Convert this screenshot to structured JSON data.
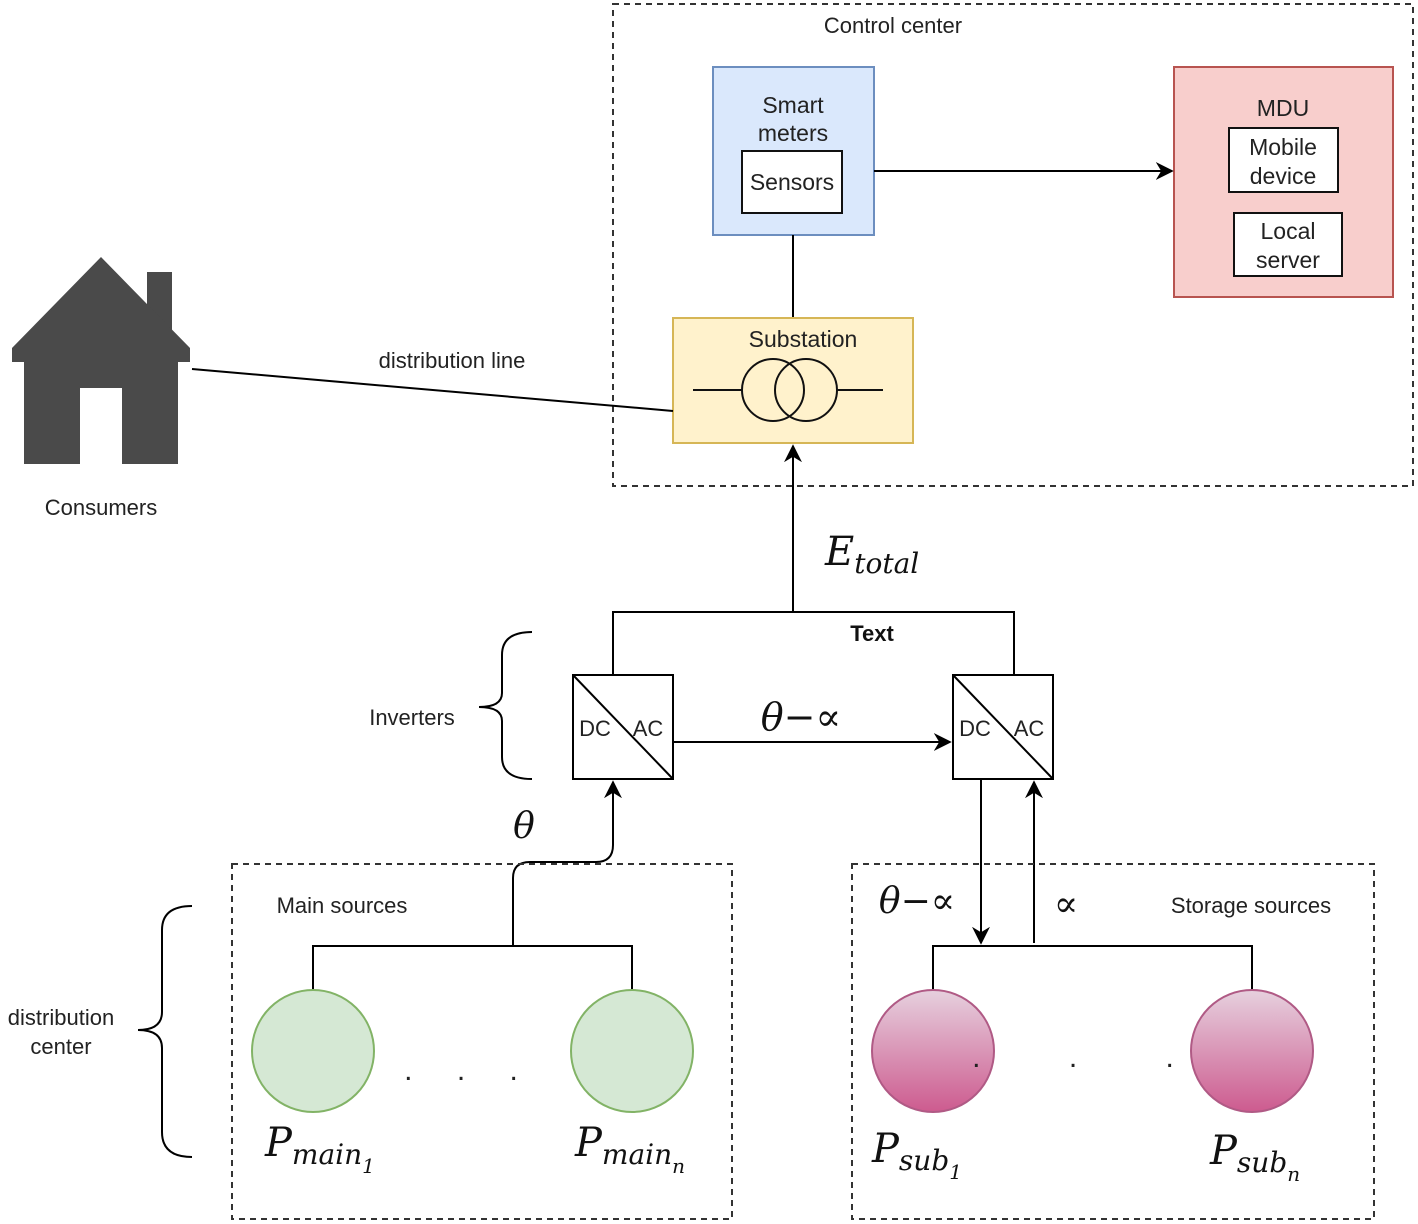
{
  "control_center": {
    "title": "Control center"
  },
  "smart_meters": {
    "title_line1": "Smart",
    "title_line2": "meters",
    "sensors": "Sensors"
  },
  "mdu": {
    "title": "MDU",
    "mobile_line1": "Mobile",
    "mobile_line2": "device",
    "server_line1": "Local",
    "server_line2": "server"
  },
  "substation": {
    "title": "Substation"
  },
  "consumers": {
    "label": "Consumers",
    "line_label": "distribution line"
  },
  "e_total": {
    "main": "E",
    "sub": "total"
  },
  "text_label": "Text",
  "inverters": {
    "label": "Inverters",
    "dc": "DC",
    "ac": "AC"
  },
  "arrows": {
    "theta": "θ",
    "theta_minus_alpha": "θ−∝",
    "alpha": "∝"
  },
  "main_sources": {
    "label": "Main sources",
    "p": "P",
    "sub": "main",
    "idx1": "1",
    "idxn": "n",
    "dots": ". . ."
  },
  "storage_sources": {
    "label": "Storage sources",
    "p": "P",
    "sub": "sub",
    "idx1": "1",
    "idxn": "n",
    "dots": ". . ."
  },
  "distribution_center": {
    "line1": "distribution",
    "line2": "center"
  },
  "colors": {
    "smart_meters_fill": "#dae8fc",
    "smart_meters_stroke": "#6c8ebf",
    "mdu_fill": "#f8cecc",
    "mdu_stroke": "#b85450",
    "substation_fill": "#fff2cc",
    "substation_stroke": "#d6b656",
    "main_source_fill": "#d5e8d4",
    "main_source_stroke": "#82b366",
    "storage_top": "#e6d0de",
    "storage_bottom": "#cd5b8f",
    "house": "#4a4a4a"
  }
}
